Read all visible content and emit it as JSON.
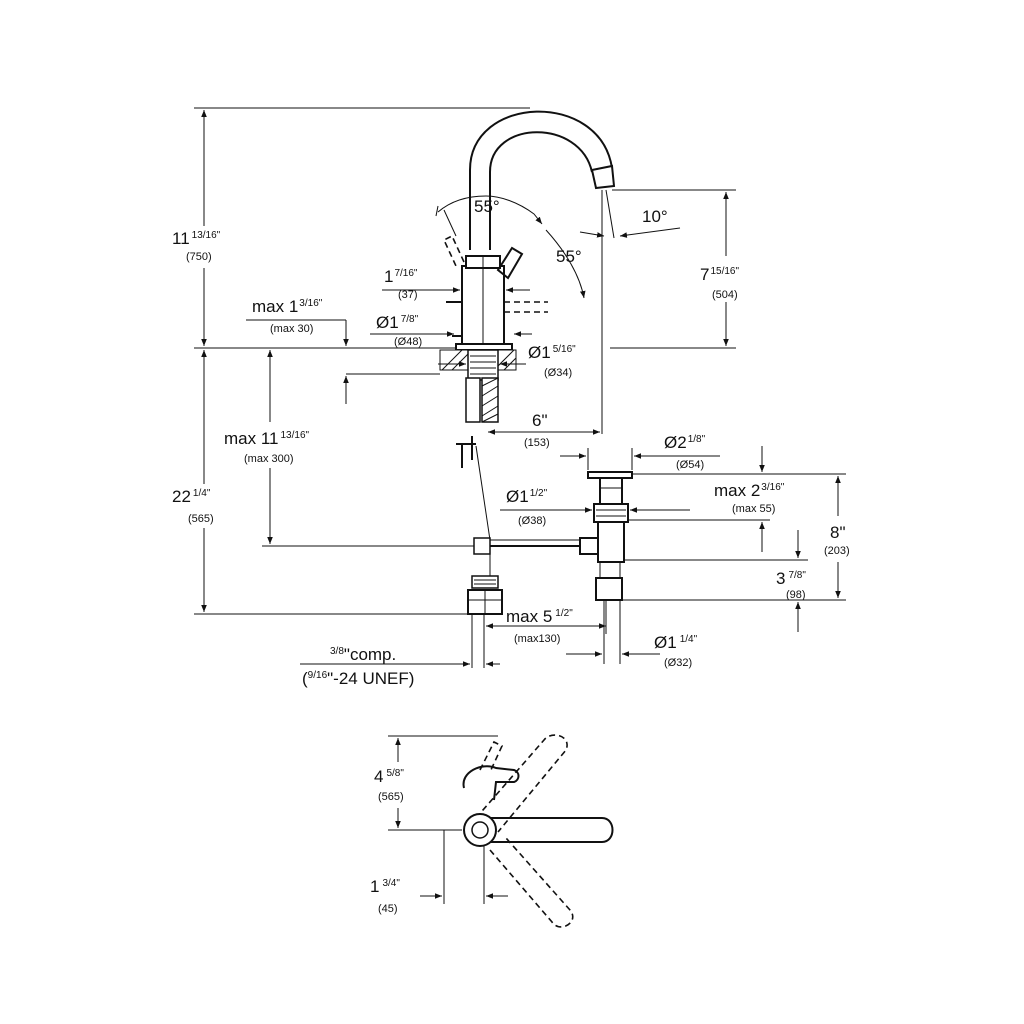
{
  "dimensions": {
    "total_height": {
      "whole": "11",
      "frac": "13/16\"",
      "mm": "(750)"
    },
    "spout_angle_left": {
      "text": "55°"
    },
    "spout_angle_right": {
      "text": "55°"
    },
    "outlet_angle": {
      "text": "10°"
    },
    "spout_height": {
      "whole": "7",
      "frac": "15/16\"",
      "mm": "(504)"
    },
    "lever_width": {
      "whole": "1",
      "frac": "7/16\"",
      "mm": "(37)"
    },
    "max_deck_thickness": {
      "prefix": "max 1",
      "frac": "3/16\"",
      "mm": "(max 30)"
    },
    "base_diameter": {
      "prefix": "Ø1",
      "frac": "7/8\"",
      "mm": "(Ø48)"
    },
    "hole_diameter": {
      "prefix": "Ø1",
      "frac": "5/16\"",
      "mm": "(Ø34)"
    },
    "max_hose_depth": {
      "prefix": "max 11",
      "frac": "13/16\"",
      "mm": "(max 300)"
    },
    "spout_reach": {
      "text": "6\"",
      "mm": "(153)"
    },
    "waste_flange_diameter": {
      "prefix": "Ø2",
      "frac": "1/8\"",
      "mm": "(Ø54)"
    },
    "max_waste_thickness": {
      "prefix": "max 2",
      "frac": "3/16\"",
      "mm": "(max 55)"
    },
    "waste_body_diameter": {
      "prefix": "Ø1",
      "frac": "1/2\"",
      "mm": "(Ø38)"
    },
    "waste_length": {
      "text": "8\"",
      "mm": "(203)"
    },
    "overall_depth": {
      "whole": "22",
      "frac": "1/4\"",
      "mm": "(565)"
    },
    "tailpiece_length": {
      "whole": "3",
      "frac": "7/8\"",
      "mm": "(98)"
    },
    "max_rod_reach": {
      "prefix": "max 5",
      "frac": "1/2\"",
      "mm": "(max130)"
    },
    "tailpiece_diameter": {
      "prefix": "Ø1",
      "frac": "1/4\"",
      "mm": "(Ø32)"
    },
    "connection": {
      "line1_frac": "3/8",
      "line1_text": "\"comp.",
      "line2_open": "(",
      "line2_frac": "9/16",
      "line2_text": "\"-24 UNEF)"
    },
    "lever_depth": {
      "whole": "4",
      "frac": "5/8\"",
      "mm": "(565)"
    },
    "lever_offset": {
      "whole": "1",
      "frac": "3/4\"",
      "mm": "(45)"
    }
  }
}
